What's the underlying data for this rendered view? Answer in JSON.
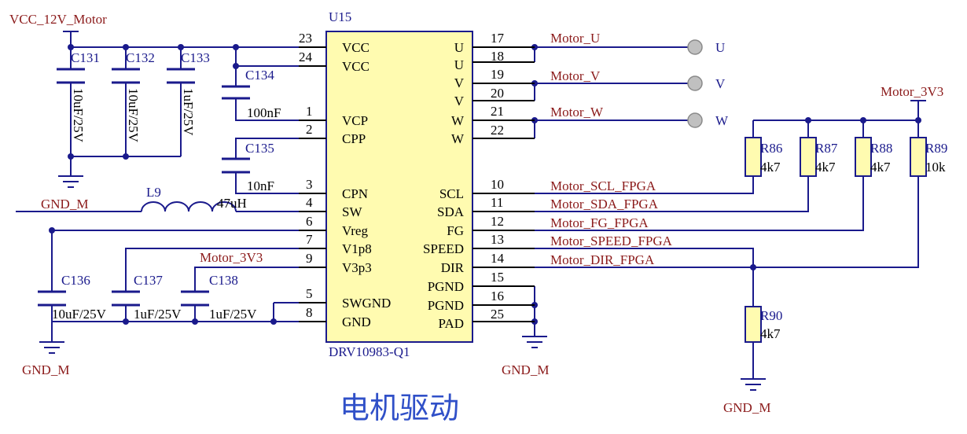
{
  "page_title": "电机驱动",
  "chip": {
    "ref": "U15",
    "part": "DRV10983-Q1",
    "left_pins": [
      {
        "num": "23",
        "name": "VCC"
      },
      {
        "num": "24",
        "name": "VCC"
      },
      {
        "num": "1",
        "name": "VCP"
      },
      {
        "num": "2",
        "name": "CPP"
      },
      {
        "num": "3",
        "name": "CPN"
      },
      {
        "num": "4",
        "name": "SW"
      },
      {
        "num": "6",
        "name": "Vreg"
      },
      {
        "num": "7",
        "name": "V1p8"
      },
      {
        "num": "9",
        "name": "V3p3"
      },
      {
        "num": "5",
        "name": "SWGND"
      },
      {
        "num": "8",
        "name": "GND"
      }
    ],
    "right_pins": [
      {
        "num": "17",
        "name": "U"
      },
      {
        "num": "18",
        "name": "U"
      },
      {
        "num": "19",
        "name": "V"
      },
      {
        "num": "20",
        "name": "V"
      },
      {
        "num": "21",
        "name": "W"
      },
      {
        "num": "22",
        "name": "W"
      },
      {
        "num": "10",
        "name": "SCL"
      },
      {
        "num": "11",
        "name": "SDA"
      },
      {
        "num": "12",
        "name": "FG"
      },
      {
        "num": "13",
        "name": "SPEED"
      },
      {
        "num": "14",
        "name": "DIR"
      },
      {
        "num": "15",
        "name": "PGND"
      },
      {
        "num": "16",
        "name": "PGND"
      },
      {
        "num": "25",
        "name": "PAD"
      }
    ]
  },
  "power_nets": {
    "vcc": "VCC_12V_Motor",
    "gnd": "GND_M",
    "v3v3_chip": "Motor_3V3",
    "v3v3_pullup": "Motor_3V3"
  },
  "ground_labels": [
    "GND_M",
    "GND_M",
    "GND_M",
    "GND_M"
  ],
  "net_labels": [
    "Motor_U",
    "Motor_V",
    "Motor_W",
    "Motor_SCL_FPGA",
    "Motor_SDA_FPGA",
    "Motor_FG_FPGA",
    "Motor_SPEED_FPGA",
    "Motor_DIR_FPGA"
  ],
  "terminals": [
    "U",
    "V",
    "W"
  ],
  "capacitors": [
    {
      "ref": "C131",
      "value": "10uF/25V"
    },
    {
      "ref": "C132",
      "value": "10uF/25V"
    },
    {
      "ref": "C133",
      "value": "1uF/25V"
    },
    {
      "ref": "C134",
      "value": "100nF"
    },
    {
      "ref": "C135",
      "value": "10nF"
    },
    {
      "ref": "C136",
      "value": "10uF/25V"
    },
    {
      "ref": "C137",
      "value": "1uF/25V"
    },
    {
      "ref": "C138",
      "value": "1uF/25V"
    }
  ],
  "inductor": {
    "ref": "L9",
    "value": "47uH"
  },
  "resistors": [
    {
      "ref": "R86",
      "value": "4k7"
    },
    {
      "ref": "R87",
      "value": "4k7"
    },
    {
      "ref": "R88",
      "value": "4k7"
    },
    {
      "ref": "R89",
      "value": "10k"
    },
    {
      "ref": "R90",
      "value": "4k7"
    }
  ]
}
